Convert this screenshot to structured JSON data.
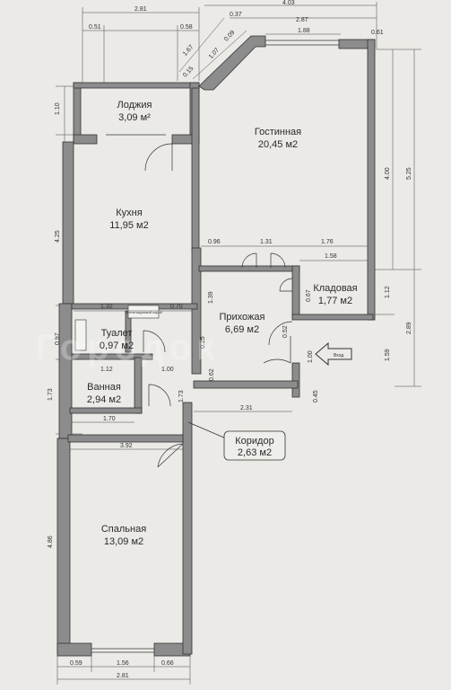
{
  "rooms": {
    "loggia": {
      "name": "Лоджия",
      "area": "3,09 м²"
    },
    "living": {
      "name": "Гостинная",
      "area": "20,45 м2"
    },
    "kitchen": {
      "name": "Кухня",
      "area": "11,95 м2"
    },
    "storage": {
      "name": "Кладовая",
      "area": "1,77 м2"
    },
    "hall": {
      "name": "Прихожая",
      "area": "6,69 м2"
    },
    "toilet": {
      "name": "Туалет",
      "area": "0,97 м2"
    },
    "bath": {
      "name": "Ванная",
      "area": "2,94 м2"
    },
    "corridor": {
      "name": "Коридор",
      "area": "2,63 м2"
    },
    "bedroom": {
      "name": "Спальная",
      "area": "13,09 м2"
    }
  },
  "dimensions": {
    "top_281": "2.81",
    "top_051": "0.51",
    "top_058": "0.58",
    "top_403": "4.03",
    "top_037": "0.37",
    "top_287": "2.87",
    "top_188": "1.88",
    "top_061": "0.61",
    "top_067a": "1.67",
    "top_067b": "1.07",
    "top_009": "0.09",
    "top_015": "0.15",
    "left_110": "1.10",
    "left_425": "4.25",
    "left_097": "0.97",
    "left_173": "1.73",
    "left_486": "4.86",
    "right_400": "4.00",
    "right_525": "5.25",
    "right_112": "1.12",
    "right_289": "2.89",
    "right_159": "1.59",
    "in_096": "0.96",
    "in_131": "1.31",
    "in_176": "1.76",
    "in_158": "1.58",
    "in_139": "1.39",
    "in_067": "0.67",
    "in_052": "0.52",
    "in_132": "1.32",
    "in_070": "0.70",
    "in_112": "1.12",
    "in_100": "1.00",
    "in_173b": "1.73",
    "in_062": "0.62",
    "in_231": "2.31",
    "in_045": "0.45",
    "in_170": "1.70",
    "in_392": "3.92",
    "in_025": "0.25",
    "in_100b": "1.00",
    "bot_059": "0.59",
    "bot_156": "1.56",
    "bot_066": "0.66",
    "bot_281": "2.81"
  },
  "labels": {
    "shaft": "Вентилируемый короб",
    "entrance": "Вход",
    "watermark": "Городок"
  }
}
